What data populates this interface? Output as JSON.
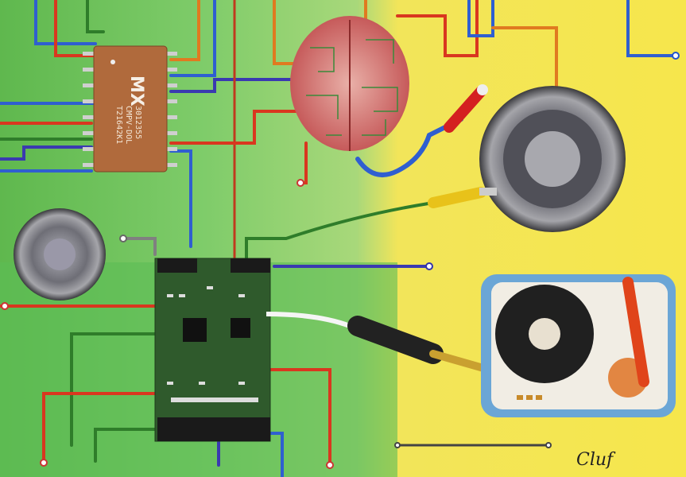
{
  "artwork": {
    "chip_label": {
      "logo": "MX",
      "lines": [
        "3012355",
        "CMPV-DOL",
        "T21642K1"
      ]
    },
    "signature": "Cluf",
    "colors": {
      "left_background": "#6cc25a",
      "right_background": "#f4e44a",
      "wire_red": "#d9371f",
      "wire_blue": "#2f5fd0",
      "wire_green": "#2f7d2a",
      "wire_orange": "#e07a20",
      "chip_brown": "#b06a3c",
      "pcb_green": "#2f5a2c"
    }
  }
}
